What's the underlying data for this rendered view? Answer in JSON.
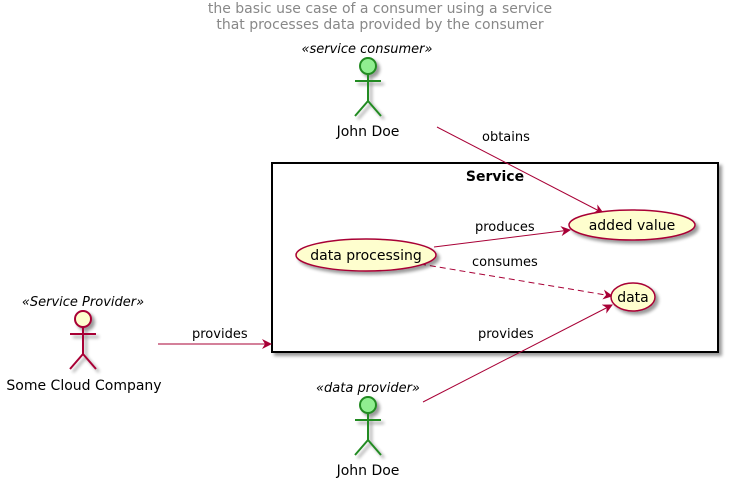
{
  "diagram": {
    "title_line1": "the basic use case of a consumer using a service",
    "title_line2": "that processes data provided by the consumer",
    "colors": {
      "edge": "#a80036",
      "usecase_fill": "#fefece",
      "actor_provider_fill": "#fefece",
      "actor_provider_stroke": "#a80036",
      "actor_green_fill": "#90ee90",
      "actor_green_stroke": "#228b22",
      "title": "#888888"
    },
    "actors": {
      "consumer": {
        "stereotype": "«service consumer»",
        "name": "John Doe",
        "icon": "stick-figure-icon"
      },
      "provider": {
        "stereotype": "«Service Provider»",
        "name": "Some Cloud Company",
        "icon": "stick-figure-icon"
      },
      "data_provider": {
        "stereotype": "«data provider»",
        "name": "John Doe",
        "icon": "stick-figure-icon"
      }
    },
    "boundary": {
      "label": "Service"
    },
    "usecases": {
      "added_value": "added value",
      "data_processing": "data processing",
      "data": "data"
    },
    "edges": {
      "obtains": "obtains",
      "produces": "produces",
      "consumes": "consumes",
      "provides_service": "provides",
      "provides_data": "provides"
    }
  }
}
